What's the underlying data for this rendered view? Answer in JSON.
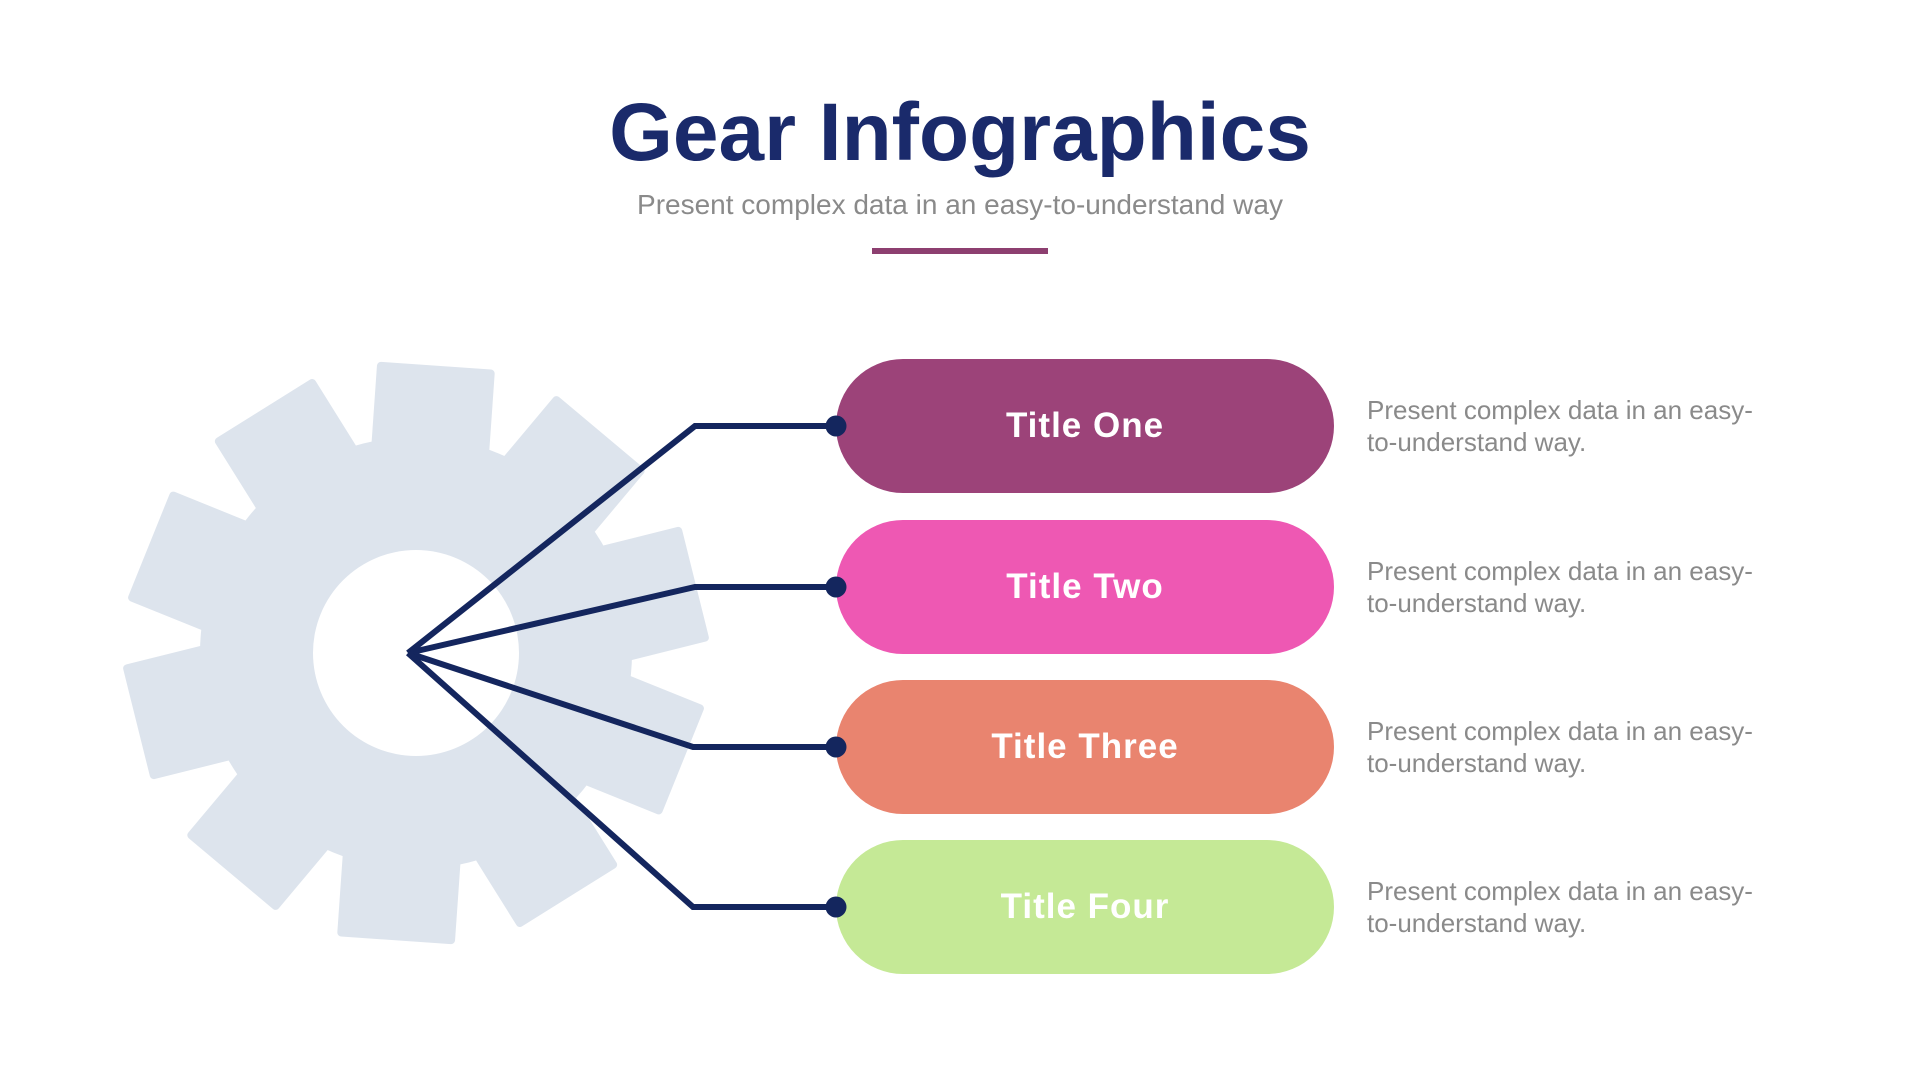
{
  "header": {
    "title": "Gear Infographics",
    "subtitle": "Present complex data in an easy-to-understand way",
    "divider_color": "#8D3F70"
  },
  "colors": {
    "title_navy": "#1A2A6B",
    "connector_navy": "#14265E",
    "gear_gray": "#DDE4ED",
    "description_gray": "#8A8A8A"
  },
  "items": [
    {
      "label": "Title One",
      "color": "#9C4379",
      "description": "Present complex data in an easy-\nto-understand way."
    },
    {
      "label": "Title Two",
      "color": "#EE58B3",
      "description": "Present complex data in an easy-\nto-understand way."
    },
    {
      "label": "Title Three",
      "color": "#E9846F",
      "description": "Present complex data in an easy-\nto-understand way."
    },
    {
      "label": "Title Four",
      "color": "#C5E996",
      "description": "Present complex data in an easy-\nto-understand way."
    }
  ]
}
